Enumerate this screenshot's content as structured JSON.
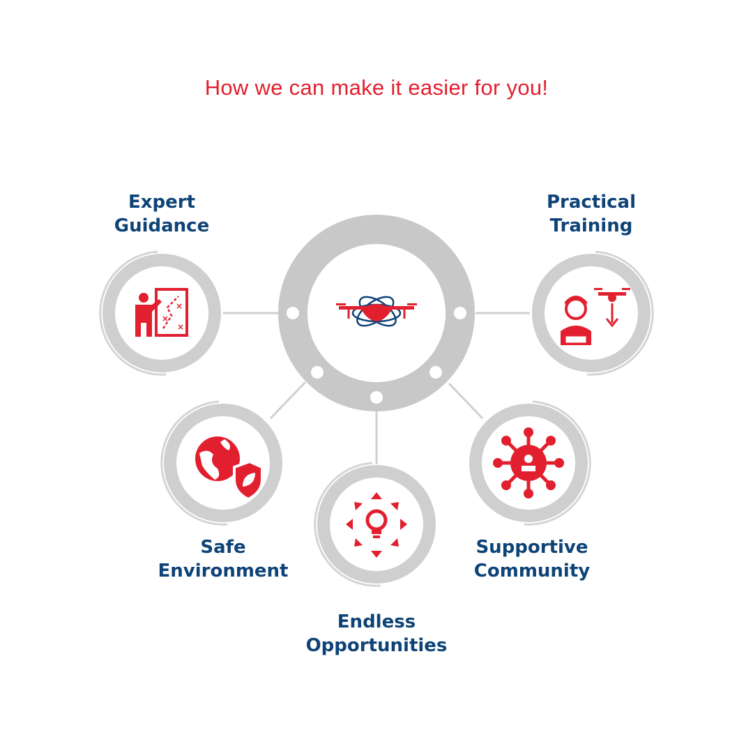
{
  "title": "How we can make it easier for you!",
  "colors": {
    "accent": "#e21f2e",
    "heading": "#0e4377",
    "ring": "#cfcfcf",
    "ring_dark": "#c4c4c4"
  },
  "center": {
    "icon": "drone-orbit-icon"
  },
  "features": [
    {
      "id": "expert-guidance",
      "line1": "Expert",
      "line2": "Guidance",
      "icon": "presenter-strategy-board-icon"
    },
    {
      "id": "practical-training",
      "line1": "Practical",
      "line2": "Training",
      "icon": "pilot-flying-drone-icon"
    },
    {
      "id": "safe-environment",
      "line1": "Safe",
      "line2": "Environment",
      "icon": "globe-shield-leaf-icon"
    },
    {
      "id": "endless-opportunities",
      "line1": "Endless",
      "line2": "Opportunities",
      "icon": "lightbulb-arrows-icon"
    },
    {
      "id": "supportive-community",
      "line1": "Supportive",
      "line2": "Community",
      "icon": "connected-people-network-icon"
    }
  ]
}
